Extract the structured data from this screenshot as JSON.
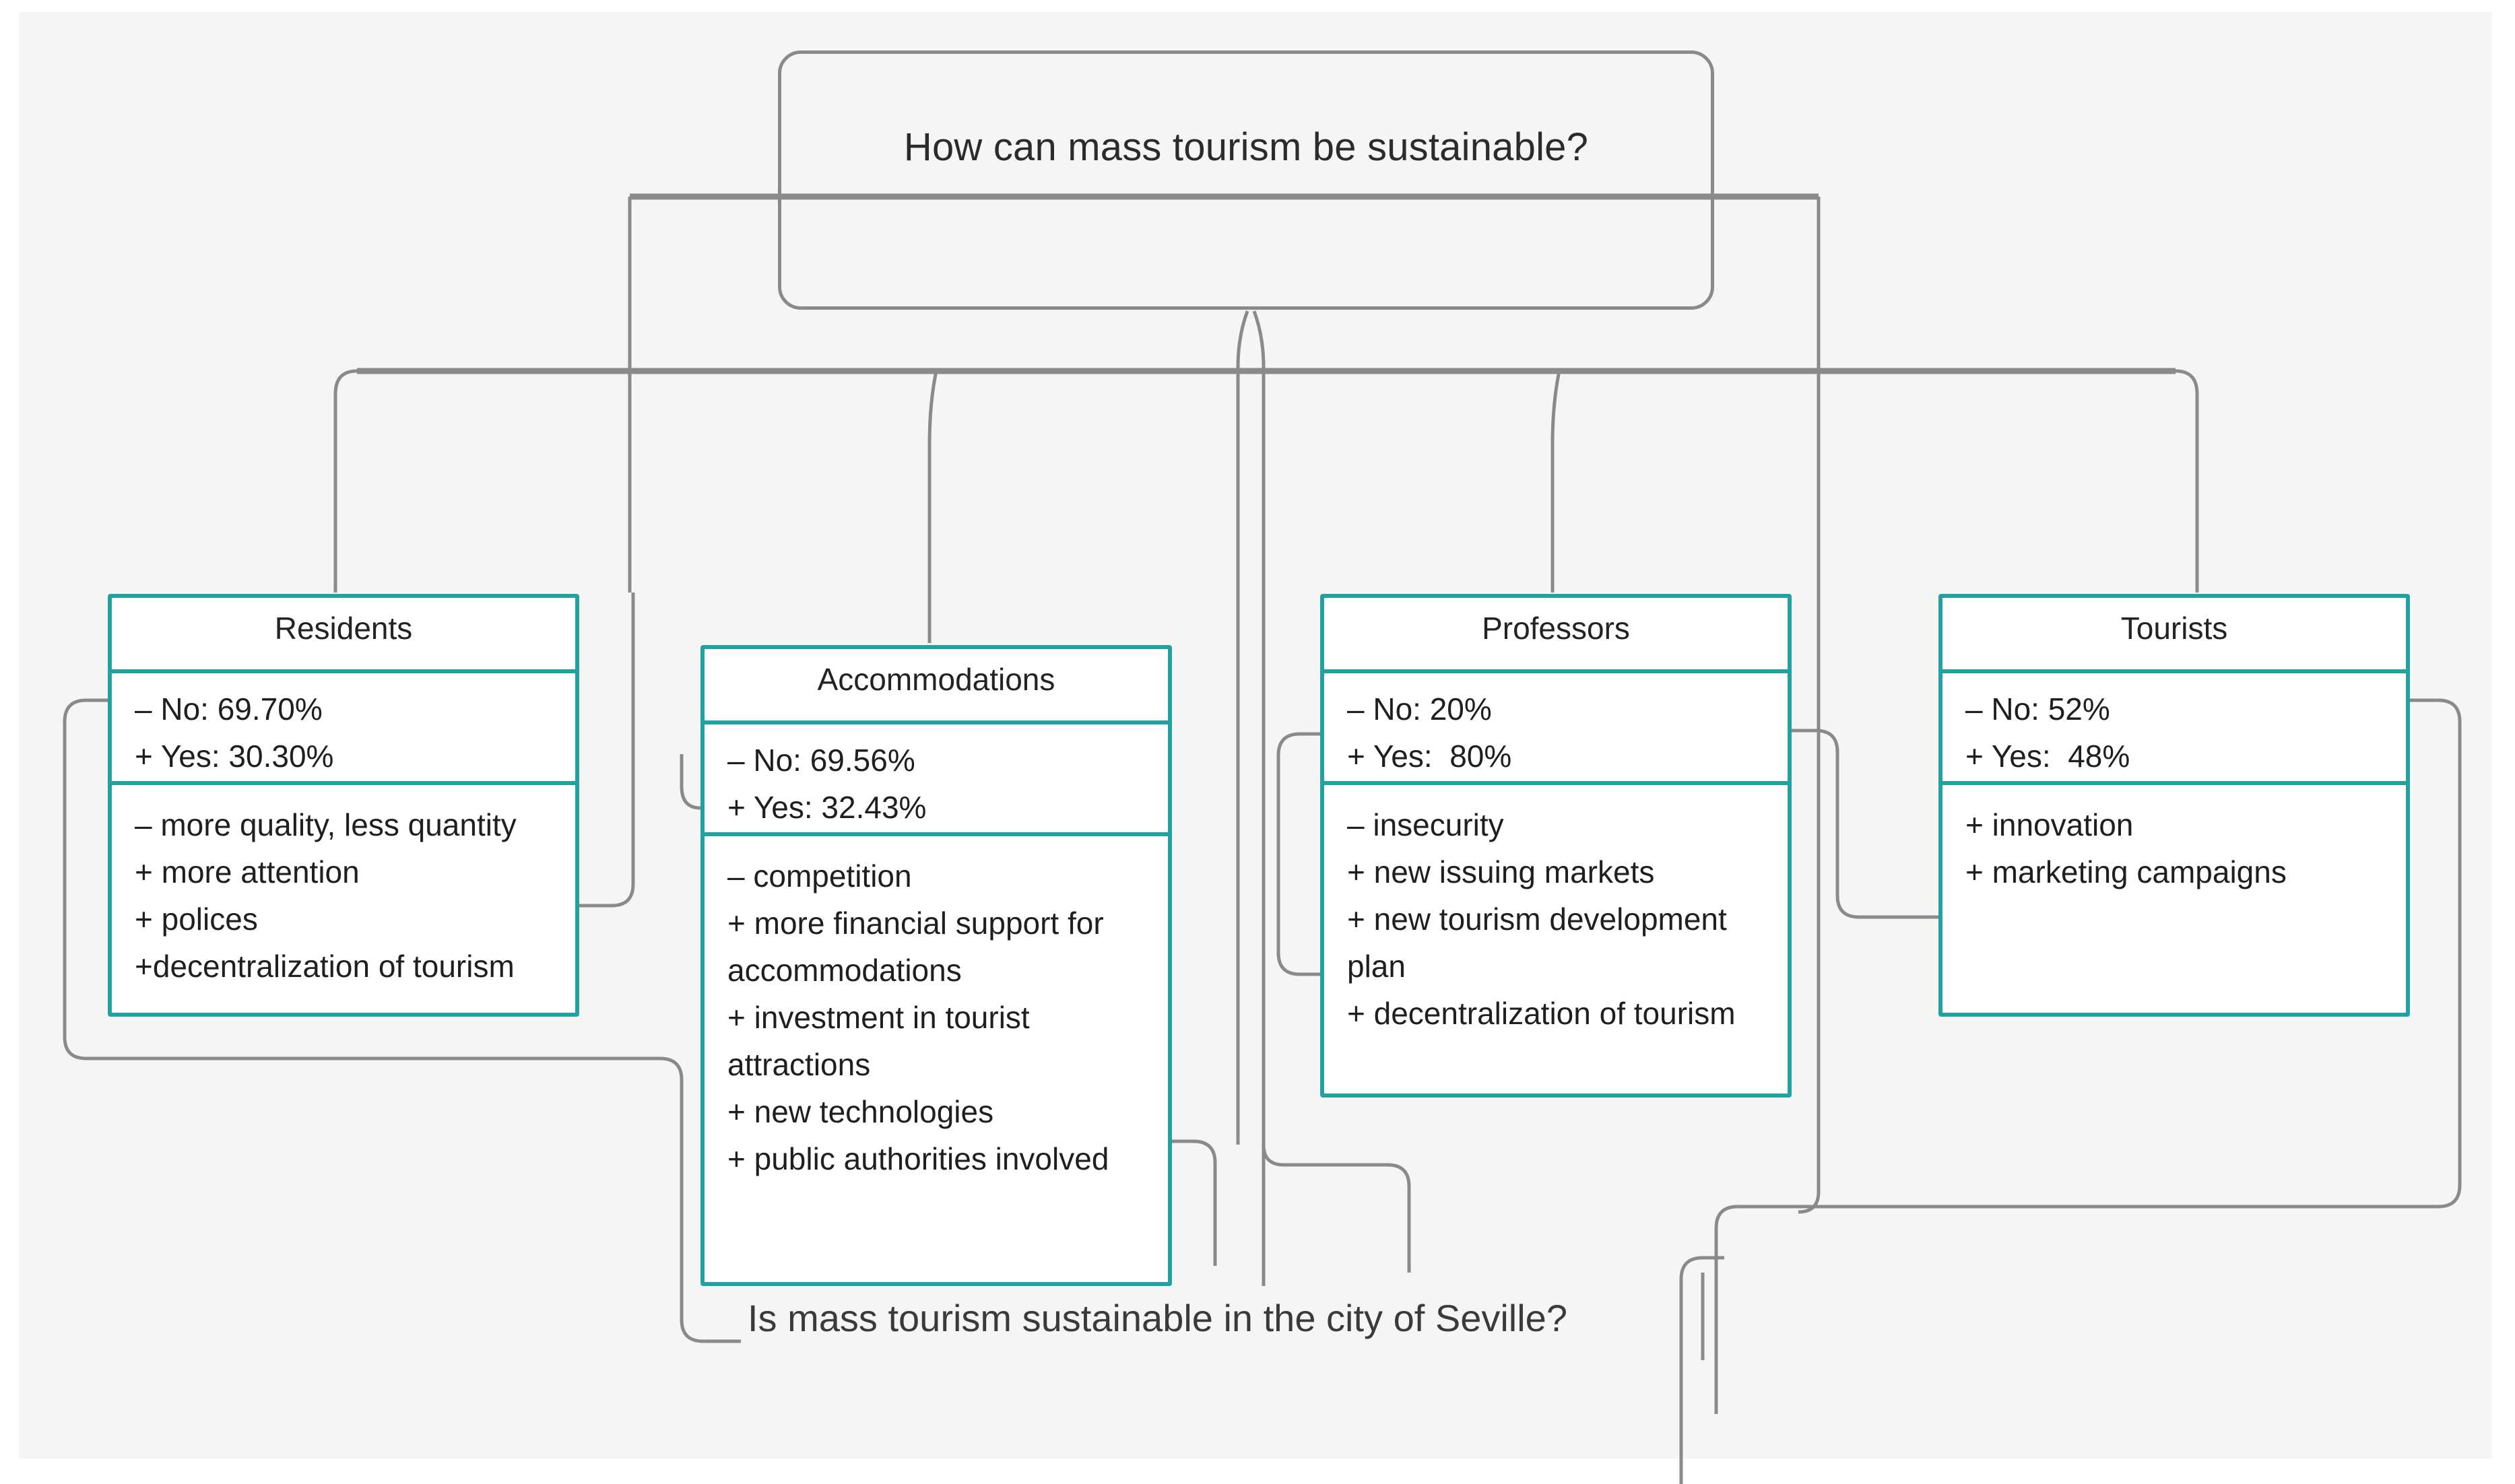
{
  "diagram": {
    "root_question": "How can mass tourism be sustainable?",
    "bottom_question": "Is mass tourism sustainable in the city of Seville?",
    "accent_color": "#23a0a0",
    "connector_color": "#8a8a8a",
    "background_color": "#f5f5f5",
    "entities": [
      {
        "title": "Residents",
        "stats": [
          "– No: 69.70%",
          "+ Yes: 30.30%"
        ],
        "points": [
          "– more quality, less quantity",
          "+ more attention",
          "+ polices",
          "+decentralization of tourism"
        ]
      },
      {
        "title": "Accommodations",
        "stats": [
          "– No: 69.56%",
          "+ Yes: 32.43%"
        ],
        "points": [
          "– competition",
          "+ more financial support for accommodations",
          "+ investment in tourist attractions",
          "+ new technologies",
          "+ public authorities involved"
        ]
      },
      {
        "title": "Professors",
        "stats": [
          "– No: 20%",
          "+ Yes:  80%"
        ],
        "points": [
          "– insecurity",
          "+ new issuing markets",
          "+ new tourism development plan",
          "+ decentralization of tourism"
        ]
      },
      {
        "title": "Tourists",
        "stats": [
          "– No: 52%",
          "+ Yes:  48%"
        ],
        "points": [
          "+ innovation",
          "+ marketing campaigns"
        ]
      }
    ]
  }
}
